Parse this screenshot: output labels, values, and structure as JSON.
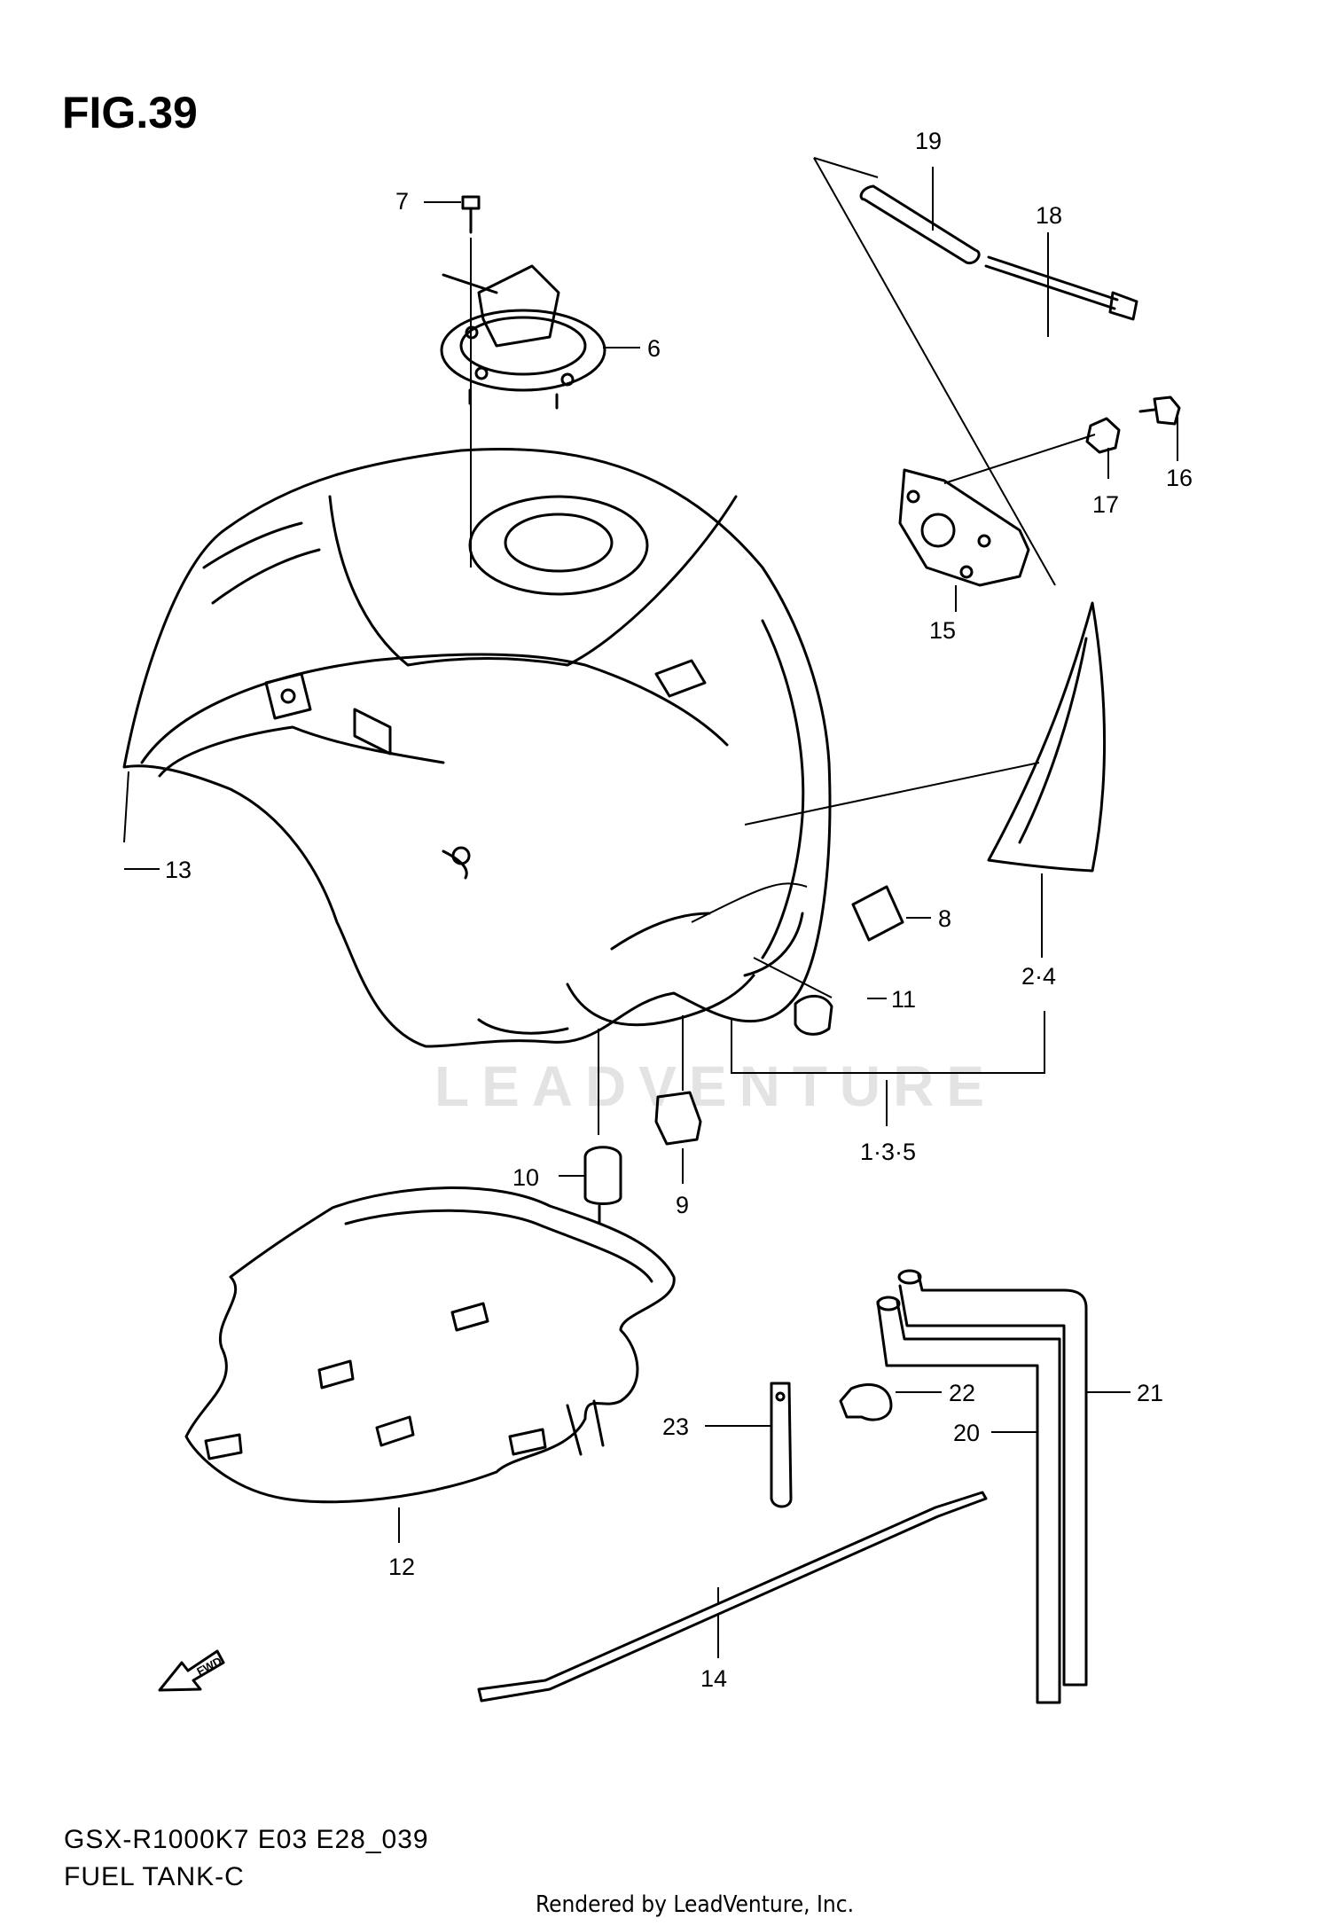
{
  "figure": {
    "title": "FIG.39",
    "model_code": "GSX-R1000K7 E03 E28_039",
    "section_name": "FUEL TANK-C",
    "credit": "Rendered by LeadVenture, Inc.",
    "watermark": "LEADVENTURE",
    "fwd_label": "FWD"
  },
  "callouts": {
    "c1": "7",
    "c2": "6",
    "c3": "19",
    "c4": "18",
    "c5": "16",
    "c6": "17",
    "c7": "15",
    "c8": "13",
    "c9": "8",
    "c10": "2·4",
    "c11": "11",
    "c12": "1·3·5",
    "c13": "10",
    "c14": "9",
    "c15": "12",
    "c16": "22",
    "c17": "21",
    "c18": "23",
    "c19": "20",
    "c20": "14"
  },
  "colors": {
    "line": "#000000",
    "background": "#ffffff",
    "watermark": "#e3e3e3"
  }
}
